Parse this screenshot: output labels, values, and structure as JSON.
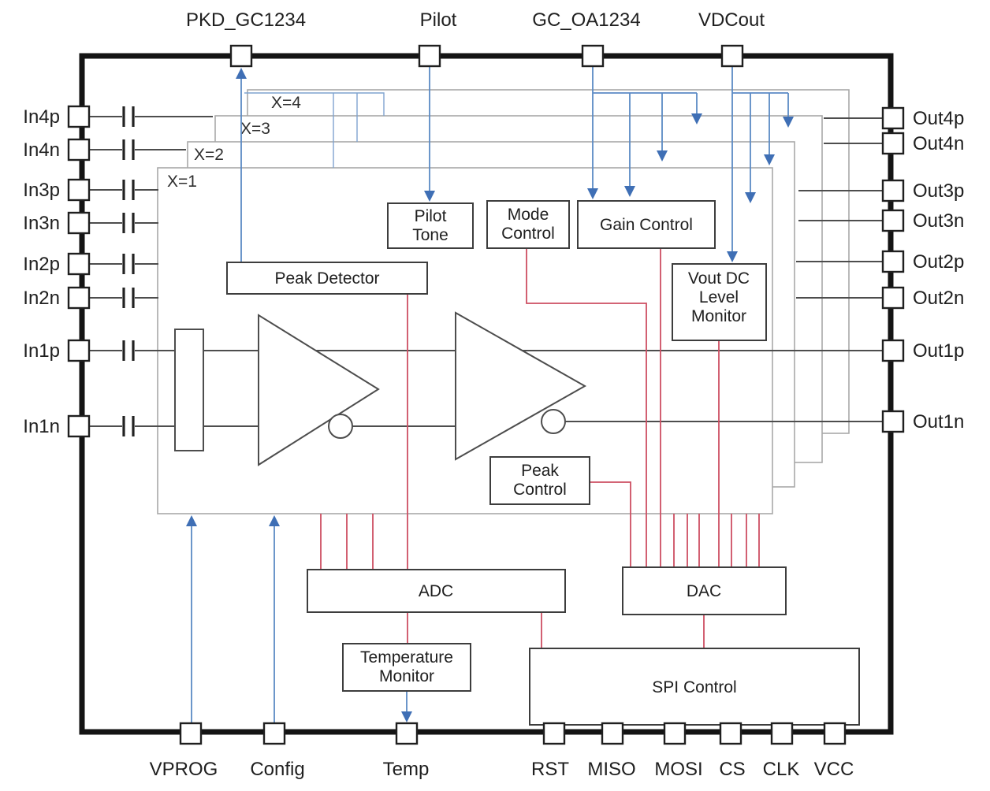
{
  "diagram": {
    "type": "ic-functional-block-diagram",
    "colors": {
      "chip_border": "#141414",
      "channel_stroke": "#a8a8a8",
      "block_stroke": "#3d3d3d",
      "wire": "#4d4d4d",
      "blue": "#3f6fb5",
      "blue_line": "#5b8ac5",
      "blue_bus": "#7fa3cf",
      "red": "#cd4f62",
      "text": "#1f1f1f"
    },
    "top_pins": [
      {
        "id": "pkd_gc1234",
        "label": "PKD_GC1234"
      },
      {
        "id": "pilot",
        "label": "Pilot"
      },
      {
        "id": "gc_oa1234",
        "label": "GC_OA1234"
      },
      {
        "id": "vdcout",
        "label": "VDCout"
      }
    ],
    "left_pins": [
      {
        "id": "in4p",
        "label": "In4p"
      },
      {
        "id": "in4n",
        "label": "In4n"
      },
      {
        "id": "in3p",
        "label": "In3p"
      },
      {
        "id": "in3n",
        "label": "In3n"
      },
      {
        "id": "in2p",
        "label": "In2p"
      },
      {
        "id": "in2n",
        "label": "In2n"
      },
      {
        "id": "in1p",
        "label": "In1p"
      },
      {
        "id": "in1n",
        "label": "In1n"
      }
    ],
    "right_pins": [
      {
        "id": "out4p",
        "label": "Out4p"
      },
      {
        "id": "out4n",
        "label": "Out4n"
      },
      {
        "id": "out3p",
        "label": "Out3p"
      },
      {
        "id": "out3n",
        "label": "Out3n"
      },
      {
        "id": "out2p",
        "label": "Out2p"
      },
      {
        "id": "out2n",
        "label": "Out2n"
      },
      {
        "id": "out1p",
        "label": "Out1p"
      },
      {
        "id": "out1n",
        "label": "Out1n"
      }
    ],
    "bottom_pins": [
      {
        "id": "vprog",
        "label": "VPROG"
      },
      {
        "id": "config",
        "label": "Config"
      },
      {
        "id": "temp",
        "label": "Temp"
      },
      {
        "id": "rst",
        "label": "RST"
      },
      {
        "id": "miso",
        "label": "MISO"
      },
      {
        "id": "mosi",
        "label": "MOSI"
      },
      {
        "id": "cs",
        "label": "CS"
      },
      {
        "id": "clk",
        "label": "CLK"
      },
      {
        "id": "vcc",
        "label": "VCC"
      }
    ],
    "channels": [
      "X=1",
      "X=2",
      "X=3",
      "X=4"
    ],
    "blocks": {
      "pilot_tone": {
        "line1": "Pilot",
        "line2": "Tone"
      },
      "mode_control": {
        "line1": "Mode",
        "line2": "Control"
      },
      "gain_control": {
        "label": "Gain Control"
      },
      "vout_dc_monitor": {
        "line1": "Vout DC",
        "line2": "Level",
        "line3": "Monitor"
      },
      "peak_detector": {
        "label": "Peak Detector"
      },
      "peak_control": {
        "line1": "Peak",
        "line2": "Control"
      },
      "adc": {
        "label": "ADC"
      },
      "dac": {
        "label": "DAC"
      },
      "temperature_monitor": {
        "line1": "Temperature",
        "line2": "Monitor"
      },
      "spi_control": {
        "label": "SPI Control"
      }
    }
  }
}
